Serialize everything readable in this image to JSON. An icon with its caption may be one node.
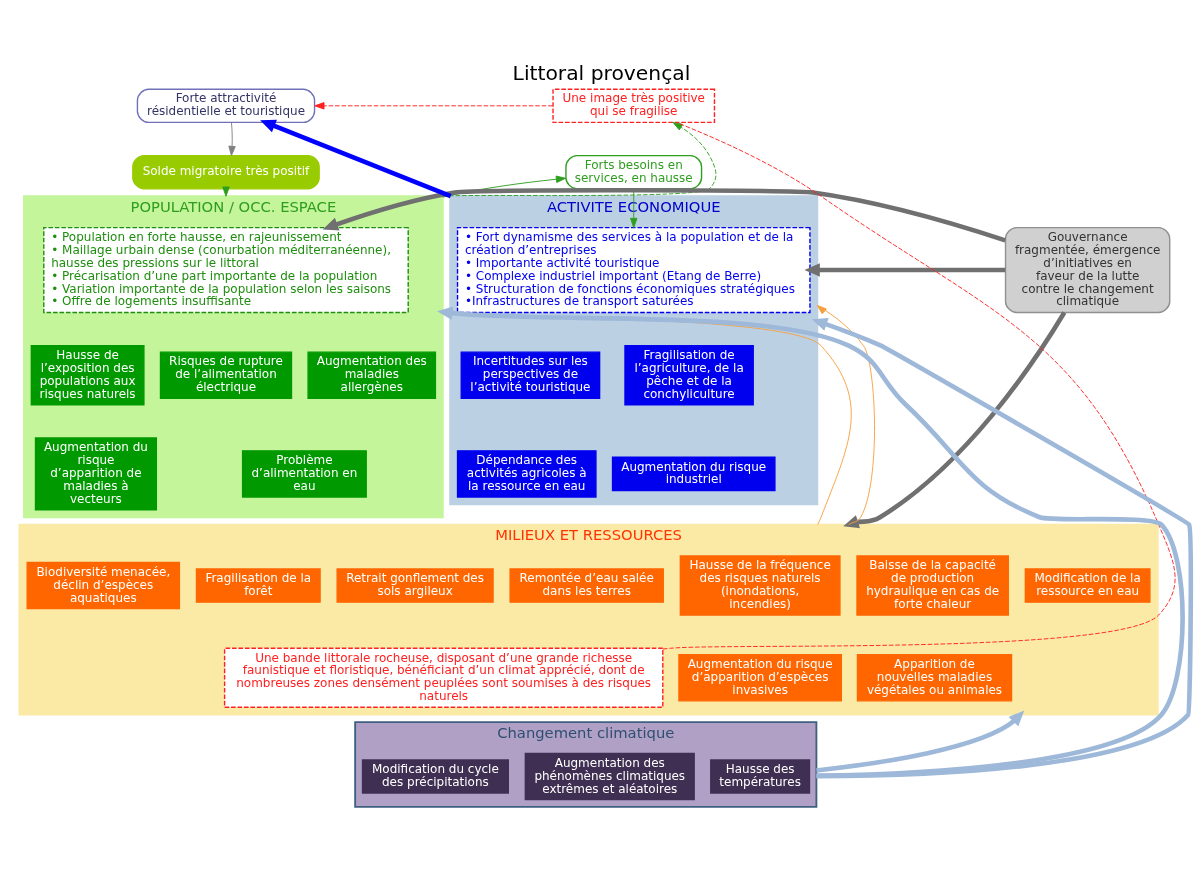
{
  "diagram": {
    "title": "Littoral provençal",
    "nodes": [
      {
        "text": [
          "Forte attractivité résidentielle et touristique"
        ]
      },
      {
        "text": [
          "Une image très positive qui se fragilise"
        ]
      },
      {
        "text": [
          "Solde migratoire très positif"
        ]
      },
      {
        "text": [
          "Forts besoins en services, en hausse"
        ]
      },
      {
        "text": [
          "POPULATION / OCC. ESPACE"
        ]
      },
      {
        "text": [
          "• Population en forte hausse, en rajeunissement",
          "• Maillage urbain dense (conurbation méditerranéenne), hausse des pressions sur le littoral",
          "• Précarisation d’une part importante de la population",
          "• Variation importante de la population selon les saisons",
          "• Offre de logements insuffisante"
        ],
        "in": 4
      },
      {
        "text": [
          "Risques de rupture de l’alimentation électrique"
        ],
        "in": 4
      },
      {
        "text": [
          "Hausse de l’exposition des populations aux risques naturels"
        ],
        "in": 4
      },
      {
        "text": [
          "Augmentation des maladies allergènes"
        ],
        "in": 4
      },
      {
        "text": [
          "Problème d’alimentation en eau"
        ],
        "in": 4
      },
      {
        "text": [
          "Augmentation du risque d’apparition de maladies à vecteurs"
        ],
        "in": 4
      },
      {
        "text": [
          "Gouvernance fragmentée, émergence d’initiatives en faveur de la lutte contre le changement climatique"
        ]
      },
      {
        "text": [
          "ACTIVITE ECONOMIQUE"
        ]
      },
      {
        "text": [
          "• Fort dynamisme des services à la population et de la création d’entreprises",
          "• Importante activité touristique",
          "• Complexe industriel important (Etang de Berre)",
          "• Structuration de fonctions économiques stratégiques",
          "•Infrastructures de transport saturées"
        ],
        "in": 12
      },
      {
        "text": [
          "Incertitudes sur les perspectives de l’activité touristique"
        ],
        "in": 12
      },
      {
        "text": [
          "Fragilisation de l’agriculture, de la pêche et de la conchyliculture"
        ],
        "in": 12
      },
      {
        "text": [
          "Dépendance des activités agricoles à la ressource en eau"
        ],
        "in": 12
      },
      {
        "text": [
          "Augmentation du risque industriel"
        ],
        "in": 12
      },
      {
        "text": [
          "MILIEUX ET RESSOURCES"
        ]
      },
      {
        "text": [
          "Hausse de la fréquence des risques naturels (inondations, incendies)"
        ],
        "in": 18
      },
      {
        "text": [
          "Baisse de la capacité de production hydraulique en cas de forte chaleur"
        ],
        "in": 18
      },
      {
        "text": [
          "Biodiversité menacée, déclin d’espèces aquatiques"
        ],
        "in": 18
      },
      {
        "text": [
          "Modification de la ressource en eau"
        ],
        "in": 18
      },
      {
        "text": [
          "Remontée d’eau salée dans les terres"
        ],
        "in": 18
      },
      {
        "text": [
          "Fragilisation de la forêt"
        ],
        "in": 18
      },
      {
        "text": [
          "Retrait gonflement des sols argileux"
        ],
        "in": 18
      },
      {
        "text": [
          "Augmentation du risque d’apparition d’espèces invasives"
        ],
        "in": 18
      },
      {
        "text": [
          "Apparition de nouvelles maladies végétales ou animales"
        ],
        "in": 18
      },
      {
        "text": [
          "Une bande littorale rocheuse, disposant d’une grande richesse faunistique et floristique, bénéficiant d’un climat apprécié, dont de nombreuses zones densément peuplées sont soumises à des risques naturels"
        ],
        "in": 18
      },
      {
        "text": [
          "Changement climatique"
        ]
      },
      {
        "text": [
          "Hausse des températures"
        ],
        "in": 29
      },
      {
        "text": [
          "Modification du cycle des précipitations"
        ],
        "in": 29
      },
      {
        "text": [
          "Augmentation des phénomènes climatiques extrêmes et aléatoires"
        ],
        "in": 29
      }
    ],
    "edges": [
      {
        "from": 0,
        "to": 2,
        "arrow": "to",
        "color": "#808080"
      },
      {
        "from": 2,
        "to": 4,
        "arrow": "to",
        "color": "#2e9e1e"
      },
      {
        "from": 4,
        "to": 3,
        "arrow": "to",
        "color": "#2e9e1e"
      },
      {
        "from": 3,
        "to": 13,
        "arrow": "to",
        "color": "#2e9e1e"
      },
      {
        "from": 12,
        "to": 0,
        "arrow": "to",
        "style": "thick",
        "color": "#0000ff"
      },
      {
        "from": 1,
        "to": 0,
        "arrow": "to",
        "style": "dashed",
        "color": "#ff2020"
      },
      {
        "from": 4,
        "to": 1,
        "arrow": "to",
        "style": "dashed",
        "color": "#2e9e1e"
      },
      {
        "from": 28,
        "to": 1,
        "arrow": "none",
        "style": "dashed",
        "color": "#ff2020"
      },
      {
        "from": 11,
        "to": 5,
        "arrow": "to",
        "style": "thick",
        "color": "#707070"
      },
      {
        "from": 11,
        "to": 13,
        "arrow": "to",
        "style": "thick",
        "color": "#707070"
      },
      {
        "from": 11,
        "to": 18,
        "arrow": "to",
        "style": "thick",
        "color": "#707070"
      },
      {
        "from": 18,
        "to": 4,
        "arrow": "to",
        "color": "#f7a040"
      },
      {
        "from": 18,
        "to": 12,
        "arrow": "to",
        "color": "#f7a040"
      },
      {
        "from": 29,
        "to": 18,
        "arrow": "to",
        "style": "thick",
        "color": "#9db8d8"
      },
      {
        "from": 29,
        "to": 4,
        "arrow": "to",
        "style": "thick",
        "color": "#9db8d8"
      },
      {
        "from": 29,
        "to": 12,
        "arrow": "to",
        "style": "thick",
        "color": "#9db8d8"
      }
    ]
  }
}
